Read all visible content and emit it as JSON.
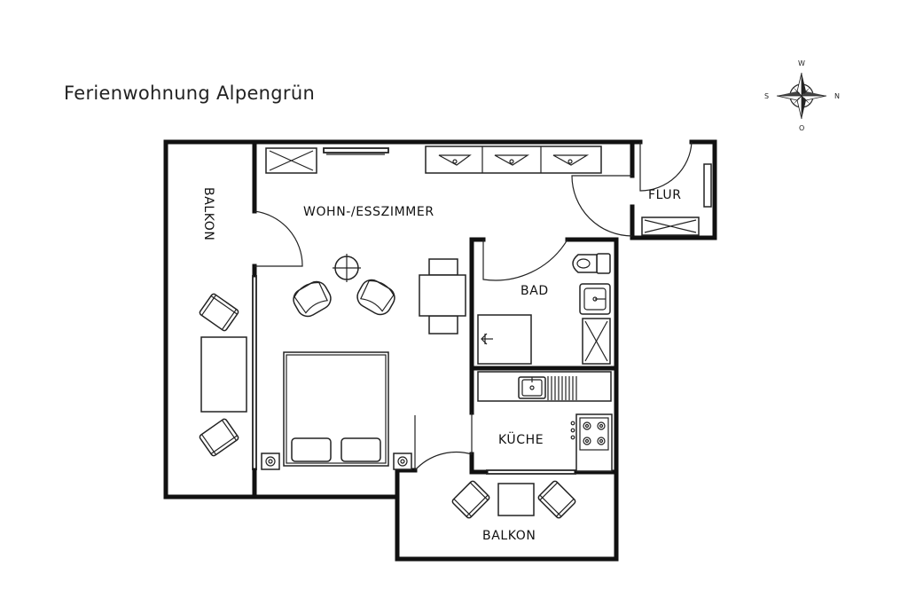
{
  "title": "Ferienwohnung Alpengrün",
  "rooms": {
    "living": "WOHN-/ESSZIMMER",
    "hall": "FLUR",
    "bath": "BAD",
    "kitchen": "KÜCHE",
    "balcony_left": "BALKON",
    "balcony_bottom": "BALKON"
  },
  "compass": {
    "top": "W",
    "right": "N",
    "bottom": "O",
    "left": "S"
  },
  "colors": {
    "wall": "#111111",
    "background": "#ffffff"
  }
}
